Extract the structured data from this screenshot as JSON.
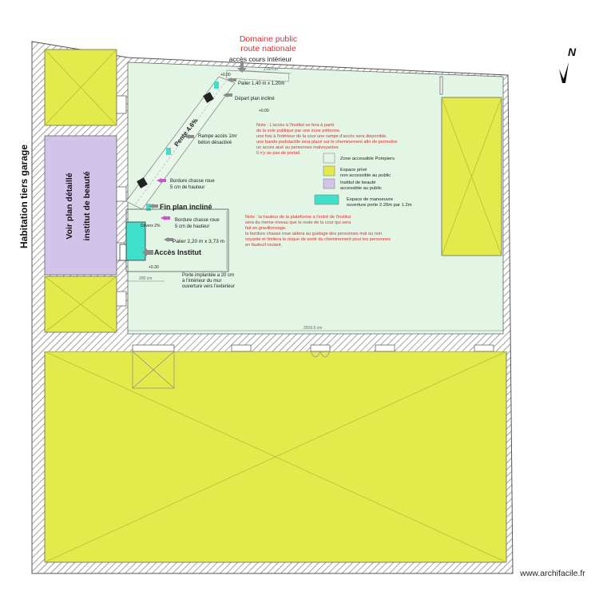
{
  "header": {
    "domain_line1": "Domaine public",
    "domain_line2": "route nationale",
    "access_court": "accès cours intérieur",
    "north": "N"
  },
  "side": {
    "garage": "Habitation tiers garage",
    "plan_line1": "Voir plan détaillé",
    "plan_line2": "institut de beauté"
  },
  "ramp": {
    "palier_top": "Palier 1,40 m x 1,20m",
    "depart": "Départ plan incliné",
    "pente": "Pente 4.6%",
    "rampe_line1": "Rampe accès 1mr",
    "rampe_line2": "béton désactivé",
    "bordure1_line1": "Bordure chasse roue",
    "bordure1_line2": "5 cm de hauteur",
    "fin": "Fin  plan incliné",
    "bordure2_line1": "Bordure chasse roue",
    "bordure2_line2": "5 cm de hauteur",
    "devers": "Dévers 2%",
    "palier_low": "Palier 2,20 m x 3,73 m",
    "acces": "Accès Institut",
    "porte_line1": "Porte implantée a 20 cm",
    "porte_line2": "à l'intérieur du mur",
    "porte_line3": "ouverture vers l'exterieur",
    "level1": "+0.00",
    "level2": "+0.00",
    "level3": "+0.30",
    "dim1": "2.00 cm",
    "dim2": "200 cm",
    "dim3": "2916.5 cm"
  },
  "note1": [
    "Note :  L'accès à l'institut se fera à partir",
    "de la voie publique par une zone piétonne.",
    "une fois à l'intérieur de la cour  une rampe d'accès sera disponible.",
    "une bande podotactile sera placé sur le cheminement afin de permettre",
    "un accès aisé au personnes malvoyantes",
    "Il n'y as pas de portail."
  ],
  "note2": [
    "Note :  la hauteur de la plateforme a l'entré de l'institut",
    "sera du meme niveau que le reste de la cour qui sera",
    "fait en gravillonnage.",
    "la bordure chasse roue aidera au guidage des personnes mal ou non",
    "voyante et limitera le risque de sortir du cheminement pour les personnes",
    "en fauteuil roulant."
  ],
  "legend": [
    {
      "line1": "Zone accessible Pompiers",
      "line2": "",
      "color": "#e3f5e5"
    },
    {
      "line1": "Espace privé",
      "line2": "non accessible au public",
      "color": "#e4ea4c"
    },
    {
      "line1": "Institut de beauté",
      "line2": "accessible au public",
      "color": "#d2c4e8"
    },
    {
      "line1": "Espace de manoeuvre",
      "line2": "ouverture porte 2.20m par 1.2m",
      "color": "#40dfc9"
    }
  ],
  "footer": {
    "site": "www.archifacile.fr"
  },
  "colors": {
    "private": "#e4ea4c",
    "court": "#e3f5e5",
    "institute": "#d2c4e8",
    "manoeuvre": "#40dfc9",
    "red_text": "#e8292b",
    "wall_hatch": "#8a8a8a",
    "arrow_grey": "#8c8c8c",
    "arrow_pink": "#cc55cc"
  }
}
